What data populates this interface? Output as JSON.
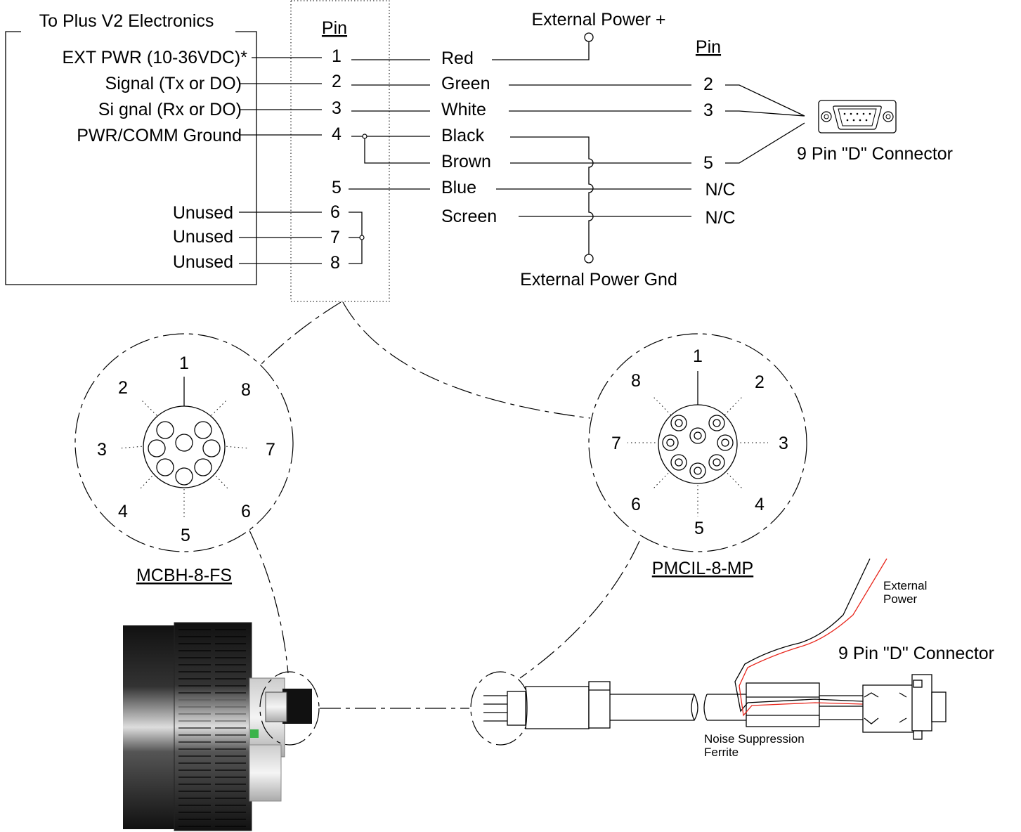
{
  "left_box": {
    "title": "To Plus V2 Electronics",
    "pin_header": "Pin",
    "rows": [
      {
        "label": "EXT PWR (10-36VDC)*",
        "pin": "1"
      },
      {
        "label": "Signal (Tx or DO)",
        "pin": "2"
      },
      {
        "label": "Si gnal (Rx or DO)",
        "pin": "3"
      },
      {
        "label": "PWR/COMM Ground",
        "pin": "4"
      },
      {
        "label": "",
        "pin": "5"
      },
      {
        "label": "Unused",
        "pin": "6"
      },
      {
        "label": "Unused",
        "pin": "7"
      },
      {
        "label": "Unused",
        "pin": "8"
      }
    ]
  },
  "wires": [
    "Red",
    "Green",
    "White",
    "Black",
    "Brown",
    "Blue",
    "Screen"
  ],
  "external_power_plus": "External Power +",
  "external_power_gnd": "External Power Gnd",
  "d_connector": {
    "pin_header": "Pin",
    "pins": [
      "2",
      "3",
      "5",
      "N/C",
      "N/C"
    ],
    "label": "9 Pin \"D\" Connector"
  },
  "connector_left": {
    "name": "MCBH-8-FS",
    "pins": [
      "1",
      "2",
      "3",
      "4",
      "5",
      "6",
      "7",
      "8"
    ]
  },
  "connector_right": {
    "name": "PMCIL-8-MP",
    "pins": [
      "1",
      "2",
      "3",
      "4",
      "5",
      "6",
      "7",
      "8"
    ]
  },
  "bottom_labels": {
    "external_power": [
      "External",
      "Power"
    ],
    "d_connector": "9 Pin \"D\" Connector",
    "ferrite": [
      "Noise Suppression",
      "Ferrite"
    ]
  },
  "colors": {
    "line": "#000000",
    "red_wire": "#e8261c",
    "green_accent": "#3bb34a"
  }
}
